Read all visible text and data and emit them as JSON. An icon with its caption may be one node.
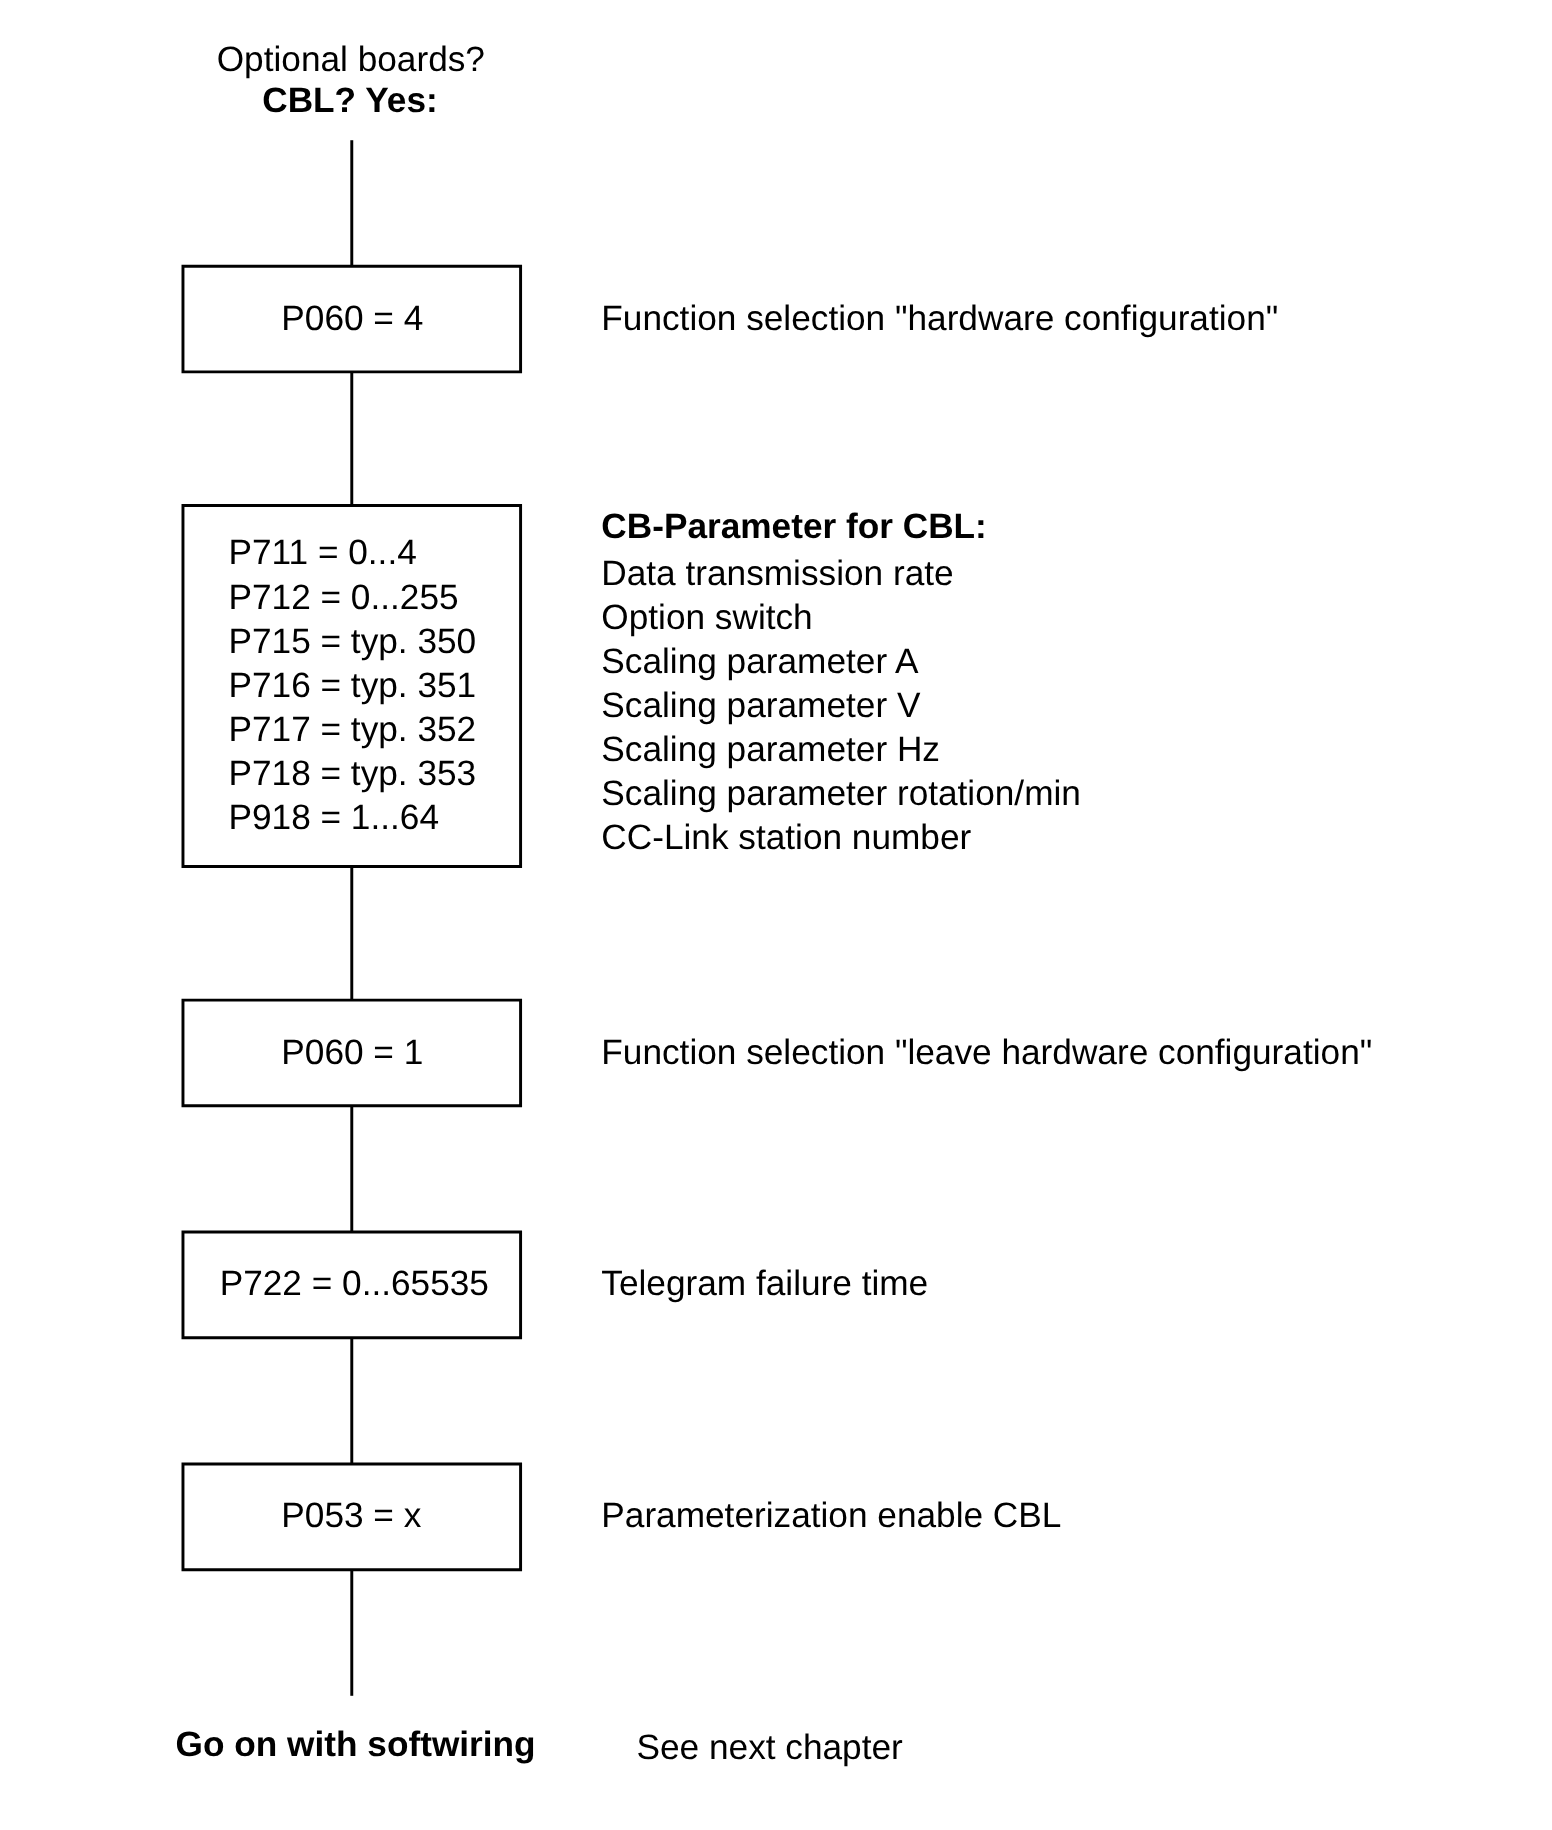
{
  "diagram": {
    "nodes": [
      {
        "text": [
          "Optional boards?",
          "CBL? Yes:"
        ]
      },
      {
        "text": [
          "P060 = 4"
        ],
        "beside": [
          "Function selection \"hardware configuration\""
        ]
      },
      {
        "text": [
          "P711 = 0...4",
          "P712 = 0...255",
          "P715 = typ. 350",
          "P716 = typ. 351",
          "P717 = typ. 352",
          "P718 = typ. 353",
          "P918 = 1...64"
        ],
        "beside": [
          "CB-Parameter for CBL:",
          "Data transmission rate",
          "Option switch",
          "Scaling parameter A",
          "Scaling parameter V",
          "Scaling parameter Hz",
          "Scaling parameter rotation/min",
          "CC-Link station number"
        ]
      },
      {
        "text": [
          "P060 = 1"
        ],
        "beside": [
          "Function selection \"leave hardware configuration\""
        ]
      },
      {
        "text": [
          "P722 = 0...65535"
        ],
        "beside": [
          "Telegram failure time"
        ]
      },
      {
        "text": [
          "P053 = x"
        ],
        "beside": [
          "Parameterization enable CBL"
        ]
      },
      {
        "text": [
          "Go on with softwiring"
        ],
        "beside": [
          "See next chapter"
        ]
      }
    ],
    "edges": [
      {
        "from": 0,
        "to": 1,
        "arrow": "none"
      },
      {
        "from": 1,
        "to": 2,
        "arrow": "none"
      },
      {
        "from": 2,
        "to": 3,
        "arrow": "none"
      },
      {
        "from": 3,
        "to": 4,
        "arrow": "none"
      },
      {
        "from": 4,
        "to": 5,
        "arrow": "none"
      },
      {
        "from": 5,
        "to": 6,
        "arrow": "none"
      }
    ]
  }
}
